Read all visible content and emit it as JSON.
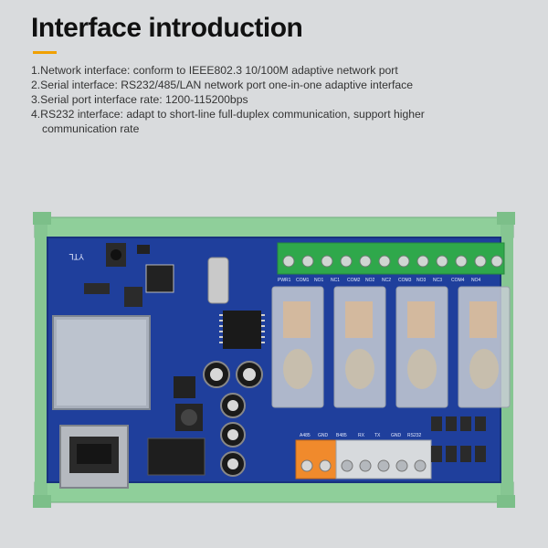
{
  "header": {
    "title": "Interface introduction"
  },
  "intro": {
    "items": [
      "1.Network interface: conform to IEEE802.3 10/100M adaptive network port",
      "2.Serial interface: RS232/485/LAN network port one-in-one adaptive interface",
      "3.Serial port interface rate: 1200-115200bps",
      "4.RS232 interface: adapt to short-line full-duplex communication, support higher"
    ],
    "continuation": "communication rate"
  },
  "board": {
    "logo": "YTL",
    "relay_labels": [
      "PWR1",
      "COM1",
      "NO1",
      "NC1",
      "COM2",
      "NO2",
      "NC2",
      "COM3",
      "NO3",
      "NC3",
      "COM4",
      "NO4"
    ],
    "terminal_labels": [
      "A485",
      "GND",
      "B485",
      "RX",
      "TX",
      "GND",
      "RS232"
    ]
  }
}
